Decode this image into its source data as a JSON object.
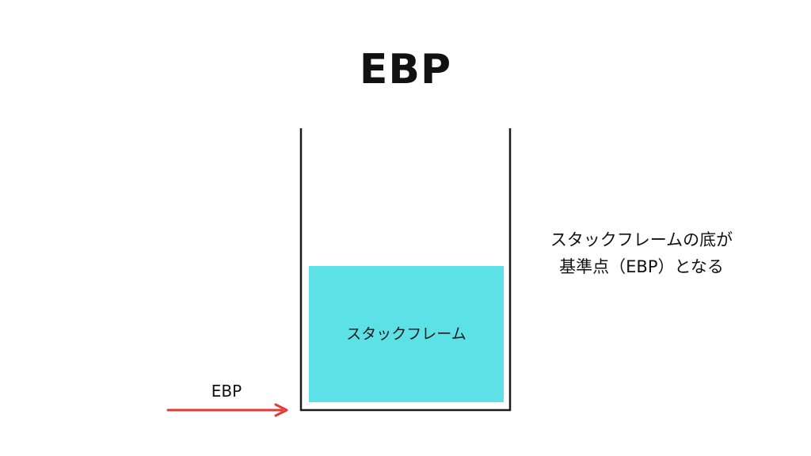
{
  "title": "EBP",
  "stack_frame": {
    "label": "スタックフレーム",
    "fill_color": "#5ce1e6"
  },
  "pointer": {
    "label": "EBP",
    "arrow_color": "#e53935"
  },
  "annotation": {
    "line1": "スタックフレームの底が",
    "line2": "基準点（EBP）となる"
  }
}
